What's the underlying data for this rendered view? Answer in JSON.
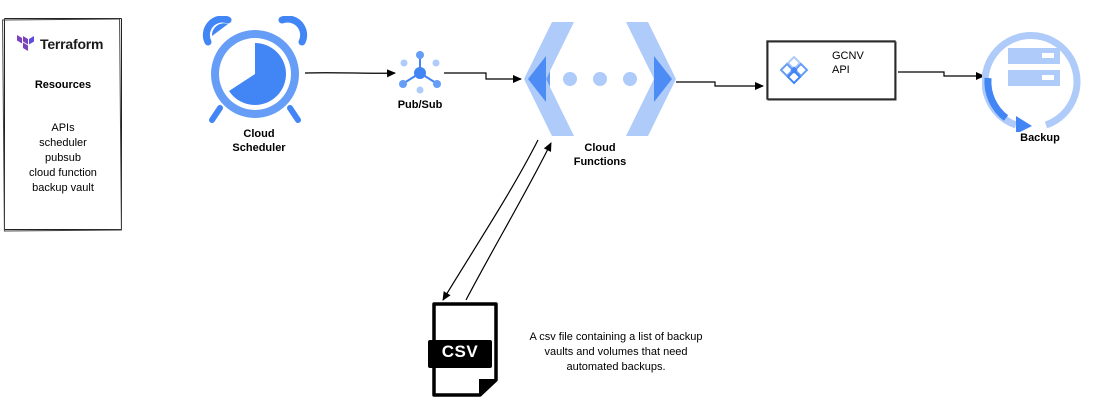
{
  "terraform": {
    "brand": "Terraform",
    "resources_title": "Resources",
    "resources": [
      "APIs",
      "scheduler",
      "pubsub",
      "cloud function",
      "backup vault"
    ]
  },
  "nodes": {
    "scheduler_label": [
      "Cloud",
      "Scheduler"
    ],
    "pubsub_label": "Pub/Sub",
    "functions_label": [
      "Cloud",
      "Functions"
    ],
    "gcnv_label": [
      "GCNV",
      "API"
    ],
    "backup_label": "Backup",
    "csv_badge": "CSV"
  },
  "csv_note": [
    "A csv file containing a list of backup",
    "vaults and volumes that need",
    "automated backups."
  ],
  "colors": {
    "google_blue": "#4285f4",
    "google_blue_light": "#aecbfa",
    "google_blue_mid": "#669df6",
    "terraform_purple": "#7b42bc",
    "line": "#000000"
  }
}
